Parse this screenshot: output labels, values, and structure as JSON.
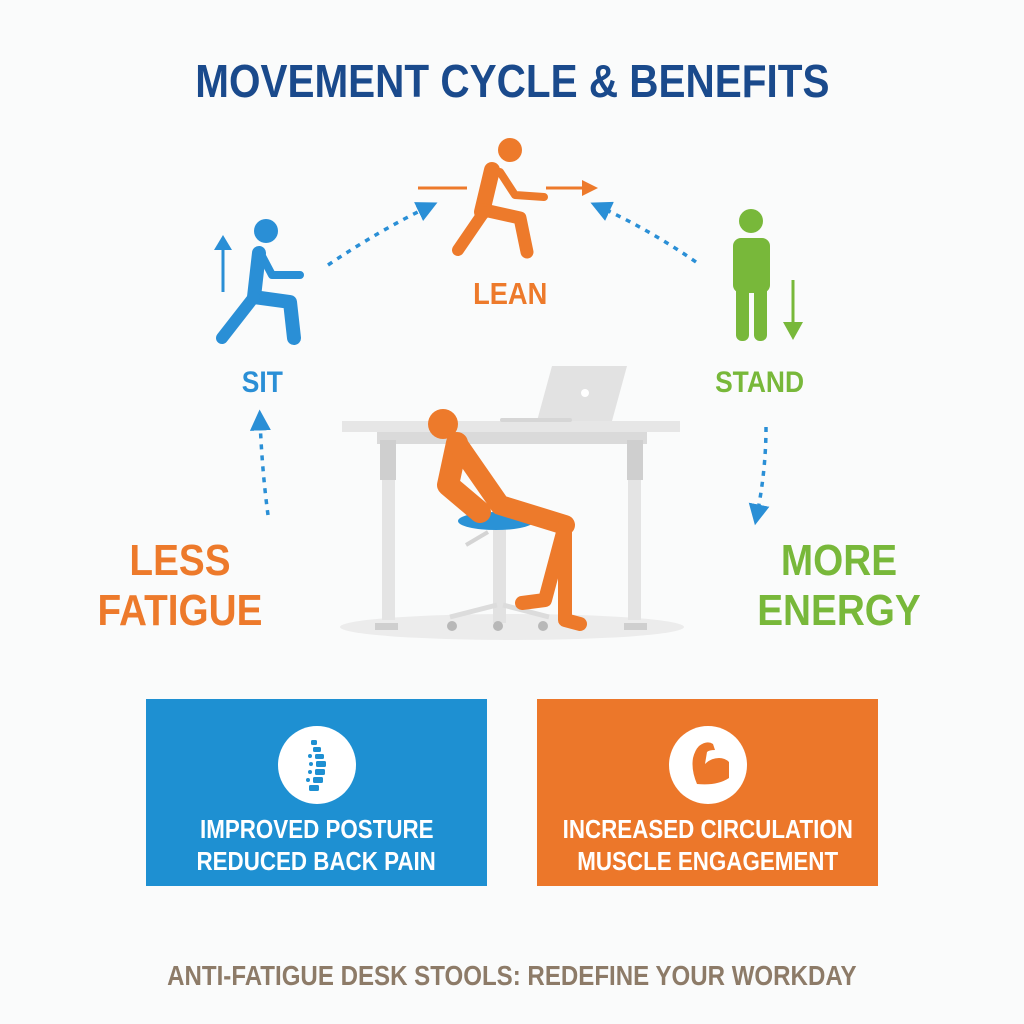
{
  "header": {
    "title": "MOVEMENT CYCLE & BENEFITS"
  },
  "cycle": {
    "positions": [
      {
        "id": "sit",
        "label": "SIT",
        "color": "#2a8fd6",
        "indicator": "up-arrow"
      },
      {
        "id": "lean",
        "label": "LEAN",
        "color": "#ed7a2b",
        "indicator": "horizontal-arrows"
      },
      {
        "id": "stand",
        "label": "STAND",
        "color": "#78b83a",
        "indicator": "down-arrow"
      }
    ],
    "connector_color": "#2a8fd6",
    "outcomes": {
      "left": {
        "label": "LESS FATIGUE",
        "color": "#ed7a2b"
      },
      "right": {
        "label": "MORE ENERGY",
        "color": "#78b83a"
      }
    }
  },
  "illustration": {
    "description": "person leaning on anti-fatigue stool at standing desk with laptop",
    "colors": {
      "person": "#ed7a2b",
      "seat": "#2a92d6",
      "desk": "#e6e6e6",
      "legs": "#cfcfcf"
    }
  },
  "benefits": [
    {
      "icon": "spine-icon",
      "line1": "IMPROVED POSTURE",
      "line2": "REDUCED BACK PAIN",
      "color": "#1e90d2"
    },
    {
      "icon": "flexed-arm-icon",
      "line1": "INCREASED CIRCULATION",
      "line2": "MUSCLE ENGAGEMENT",
      "color": "#ec772a"
    }
  ],
  "footer": {
    "tagline": "ANTI-FATIGUE DESK STOOLS: REDEFINE YOUR WORKDAY"
  }
}
